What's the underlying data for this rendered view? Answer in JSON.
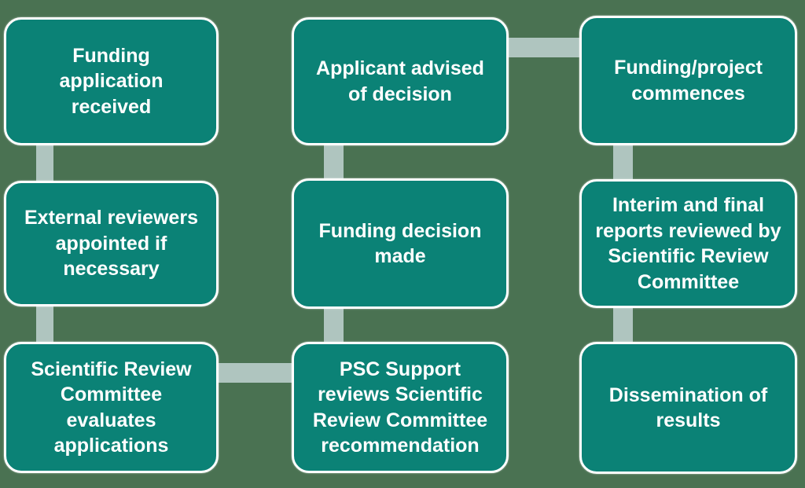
{
  "colors": {
    "background": "#4a7252",
    "box_fill": "#0b8276",
    "box_border": "#ffffff",
    "connector": "#afc5bf",
    "text": "#ffffff"
  },
  "flow": {
    "description": "Funding application review process flowchart, flows down column 1, across and up column 2, across and down column 3",
    "nodes": {
      "c1r1": {
        "label": "Funding\napplication\nreceived"
      },
      "c1r2": {
        "label": "External reviewers\nappointed if\nnecessary"
      },
      "c1r3": {
        "label": "Scientific Review\nCommittee\nevaluates\napplications"
      },
      "c2r1": {
        "label": "Applicant advised\nof decision"
      },
      "c2r2": {
        "label": "Funding decision\nmade"
      },
      "c2r3": {
        "label": "PSC Support\nreviews Scientific\nReview Committee\nrecommendation"
      },
      "c3r1": {
        "label": "Funding/project\ncommences"
      },
      "c3r2": {
        "label": "Interim and final\nreports reviewed by\nScientific Review\nCommittee"
      },
      "c3r3": {
        "label": "Dissemination of\nresults"
      }
    }
  }
}
